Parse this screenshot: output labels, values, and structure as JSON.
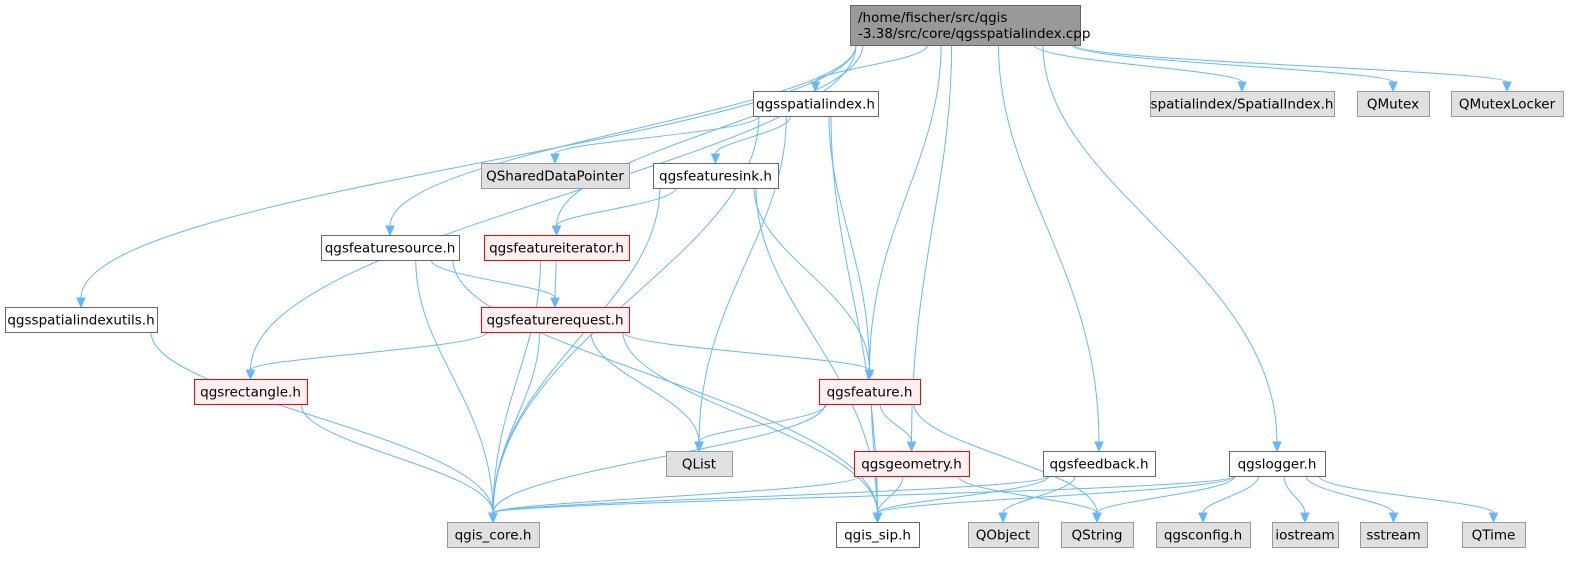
{
  "diagram": {
    "colors": {
      "root_fill": "#999999",
      "root_stroke": "#666666",
      "normal_fill": "#ffffff",
      "normal_stroke": "#666666",
      "truncated_fill": "#fff0f0",
      "truncated_stroke": "#ff0000",
      "external_fill": "#e0e0e0",
      "external_stroke": "#999999",
      "edge": "#63b8ff"
    },
    "nodes": [
      {
        "id": "root",
        "style": "root",
        "lines": [
          "/home/fischer/src/qgis",
          "-3.38/src/core/qgsspatialindex.cpp"
        ]
      },
      {
        "id": "qgsspatialindex_h",
        "style": "normal",
        "lines": [
          "qgsspatialindex.h"
        ]
      },
      {
        "id": "spatialindex_h",
        "style": "external",
        "lines": [
          "spatialindex/SpatialIndex.h"
        ]
      },
      {
        "id": "qmutex",
        "style": "external",
        "lines": [
          "QMutex"
        ]
      },
      {
        "id": "qmutexlocker",
        "style": "external",
        "lines": [
          "QMutexLocker"
        ]
      },
      {
        "id": "qshareddatapointer",
        "style": "external",
        "lines": [
          "QSharedDataPointer"
        ]
      },
      {
        "id": "qgsfeaturesink_h",
        "style": "normal",
        "lines": [
          "qgsfeaturesink.h"
        ]
      },
      {
        "id": "qgsfeaturesource_h",
        "style": "normal",
        "lines": [
          "qgsfeaturesource.h"
        ]
      },
      {
        "id": "qgsfeatureiterator_h",
        "style": "truncated",
        "lines": [
          "qgsfeatureiterator.h"
        ]
      },
      {
        "id": "qgsspatialindexutils_h",
        "style": "normal",
        "lines": [
          "qgsspatialindexutils.h"
        ]
      },
      {
        "id": "qgsfeaturerequest_h",
        "style": "truncated",
        "lines": [
          "qgsfeaturerequest.h"
        ]
      },
      {
        "id": "qgsrectangle_h",
        "style": "truncated",
        "lines": [
          "qgsrectangle.h"
        ]
      },
      {
        "id": "qgsfeature_h",
        "style": "truncated",
        "lines": [
          "qgsfeature.h"
        ]
      },
      {
        "id": "qlist",
        "style": "external",
        "lines": [
          "QList"
        ]
      },
      {
        "id": "qgsgeometry_h",
        "style": "truncated",
        "lines": [
          "qgsgeometry.h"
        ]
      },
      {
        "id": "qgsfeedback_h",
        "style": "normal",
        "lines": [
          "qgsfeedback.h"
        ]
      },
      {
        "id": "qgslogger_h",
        "style": "normal",
        "lines": [
          "qgslogger.h"
        ]
      },
      {
        "id": "qgis_core_h",
        "style": "external",
        "lines": [
          "qgis_core.h"
        ]
      },
      {
        "id": "qgis_sip_h",
        "style": "normal",
        "lines": [
          "qgis_sip.h"
        ]
      },
      {
        "id": "qobject",
        "style": "external",
        "lines": [
          "QObject"
        ]
      },
      {
        "id": "qstring",
        "style": "external",
        "lines": [
          "QString"
        ]
      },
      {
        "id": "qgsconfig_h",
        "style": "external",
        "lines": [
          "qgsconfig.h"
        ]
      },
      {
        "id": "iostream",
        "style": "external",
        "lines": [
          "iostream"
        ]
      },
      {
        "id": "sstream",
        "style": "external",
        "lines": [
          "sstream"
        ]
      },
      {
        "id": "qtime",
        "style": "external",
        "lines": [
          "QTime"
        ]
      }
    ],
    "edges": [
      [
        "root",
        "qgsspatialindex_h"
      ],
      [
        "root",
        "spatialindex_h"
      ],
      [
        "root",
        "qmutex"
      ],
      [
        "root",
        "qmutexlocker"
      ],
      [
        "root",
        "qgsspatialindexutils_h"
      ],
      [
        "root",
        "qgsrectangle_h"
      ],
      [
        "root",
        "qgsfeaturesource_h"
      ],
      [
        "root",
        "qgsfeatureiterator_h"
      ],
      [
        "root",
        "qgsfeature_h"
      ],
      [
        "root",
        "qgsgeometry_h"
      ],
      [
        "root",
        "qgsfeedback_h"
      ],
      [
        "root",
        "qgslogger_h"
      ],
      [
        "qgsspatialindex_h",
        "qshareddatapointer"
      ],
      [
        "qgsspatialindex_h",
        "qgsfeaturesink_h"
      ],
      [
        "qgsspatialindex_h",
        "qlist"
      ],
      [
        "qgsspatialindex_h",
        "qgsfeature_h"
      ],
      [
        "qgsspatialindex_h",
        "qgis_core_h"
      ],
      [
        "qgsspatialindex_h",
        "qgis_sip_h"
      ],
      [
        "qgsfeaturesink_h",
        "qgsfeatureiterator_h"
      ],
      [
        "qgsfeaturesink_h",
        "qgsfeature_h"
      ],
      [
        "qgsfeaturesink_h",
        "qgis_core_h"
      ],
      [
        "qgsfeaturesink_h",
        "qgis_sip_h"
      ],
      [
        "qgsfeaturesource_h",
        "qgsfeaturerequest_h"
      ],
      [
        "qgsfeaturesource_h",
        "qgis_core_h"
      ],
      [
        "qgsfeaturesource_h",
        "qgis_sip_h"
      ],
      [
        "qgsfeatureiterator_h",
        "qgsfeaturerequest_h"
      ],
      [
        "qgsfeatureiterator_h",
        "qgis_core_h"
      ],
      [
        "qgsfeaturerequest_h",
        "qgsrectangle_h"
      ],
      [
        "qgsfeaturerequest_h",
        "qgsfeature_h"
      ],
      [
        "qgsfeaturerequest_h",
        "qlist"
      ],
      [
        "qgsfeaturerequest_h",
        "qgis_core_h"
      ],
      [
        "qgsfeaturerequest_h",
        "qgis_sip_h"
      ],
      [
        "qgsspatialindexutils_h",
        "qgis_core_h"
      ],
      [
        "qgsrectangle_h",
        "qgis_core_h"
      ],
      [
        "qgsfeature_h",
        "qlist"
      ],
      [
        "qgsfeature_h",
        "qgsgeometry_h"
      ],
      [
        "qgsfeature_h",
        "qgis_core_h"
      ],
      [
        "qgsfeature_h",
        "qgis_sip_h"
      ],
      [
        "qgsfeature_h",
        "qstring"
      ],
      [
        "qgsgeometry_h",
        "qgis_core_h"
      ],
      [
        "qgsgeometry_h",
        "qgis_sip_h"
      ],
      [
        "qgsgeometry_h",
        "qstring"
      ],
      [
        "qgsfeedback_h",
        "qobject"
      ],
      [
        "qgsfeedback_h",
        "qgis_core_h"
      ],
      [
        "qgsfeedback_h",
        "qgis_sip_h"
      ],
      [
        "qgslogger_h",
        "qgis_core_h"
      ],
      [
        "qgslogger_h",
        "qgis_sip_h"
      ],
      [
        "qgslogger_h",
        "qstring"
      ],
      [
        "qgslogger_h",
        "qgsconfig_h"
      ],
      [
        "qgslogger_h",
        "iostream"
      ],
      [
        "qgslogger_h",
        "sstream"
      ],
      [
        "qgslogger_h",
        "qtime"
      ]
    ]
  }
}
